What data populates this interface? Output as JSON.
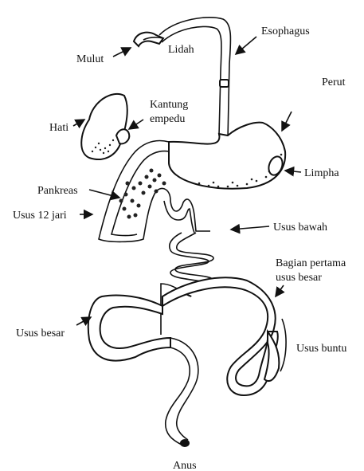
{
  "labels": {
    "mulut": "Mulut",
    "lidah": "Lidah",
    "esophagus": "Esophagus",
    "perut": "Perut",
    "hati": "Hati",
    "kantung_line1": "Kantung",
    "kantung_line2": "empedu",
    "limpha": "Limpha",
    "pankreas": "Pankreas",
    "usus12": "Usus 12 jari",
    "usus_bawah": "Usus bawah",
    "bagian_line1": "Bagian pertama",
    "bagian_line2": "usus besar",
    "usus_besar": "Usus besar",
    "usus_buntu": "Usus  buntu",
    "anus": "Anus"
  },
  "colors": {
    "ink": "#111111",
    "paper": "#ffffff"
  }
}
